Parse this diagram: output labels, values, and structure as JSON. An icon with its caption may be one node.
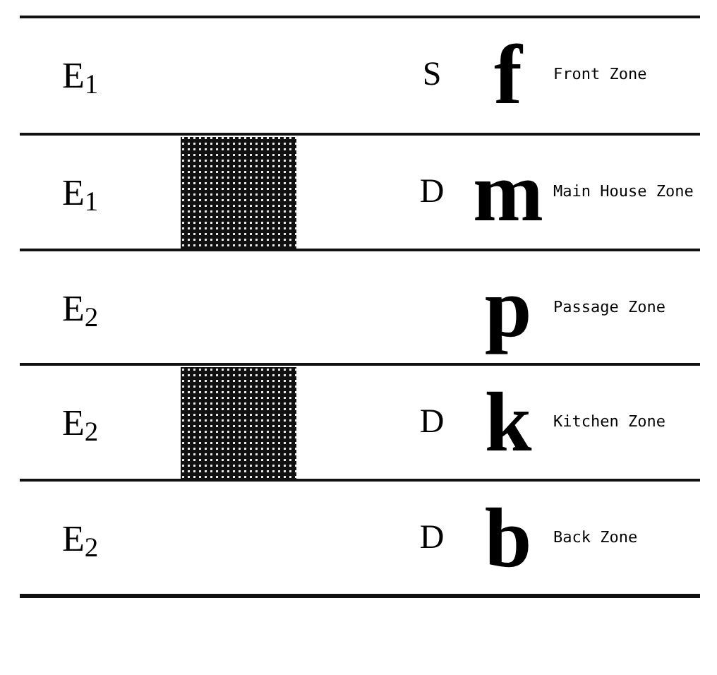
{
  "diagram": {
    "nodes": [
      {
        "text": [],
        "shape": "box"
      },
      {
        "text": [],
        "shape": "box"
      }
    ],
    "labels": [
      "E$_{1}$",
      "S",
      "f",
      "Front Zone",
      "E$_{1}$",
      "D",
      "m",
      "Main House Zone",
      "E$_{2}$",
      "p",
      "Passage Zone",
      "E$_{2}$",
      "D",
      "k",
      "Kitchen Zone",
      "E$_{2}$",
      "D",
      "b",
      "Back Zone"
    ]
  }
}
